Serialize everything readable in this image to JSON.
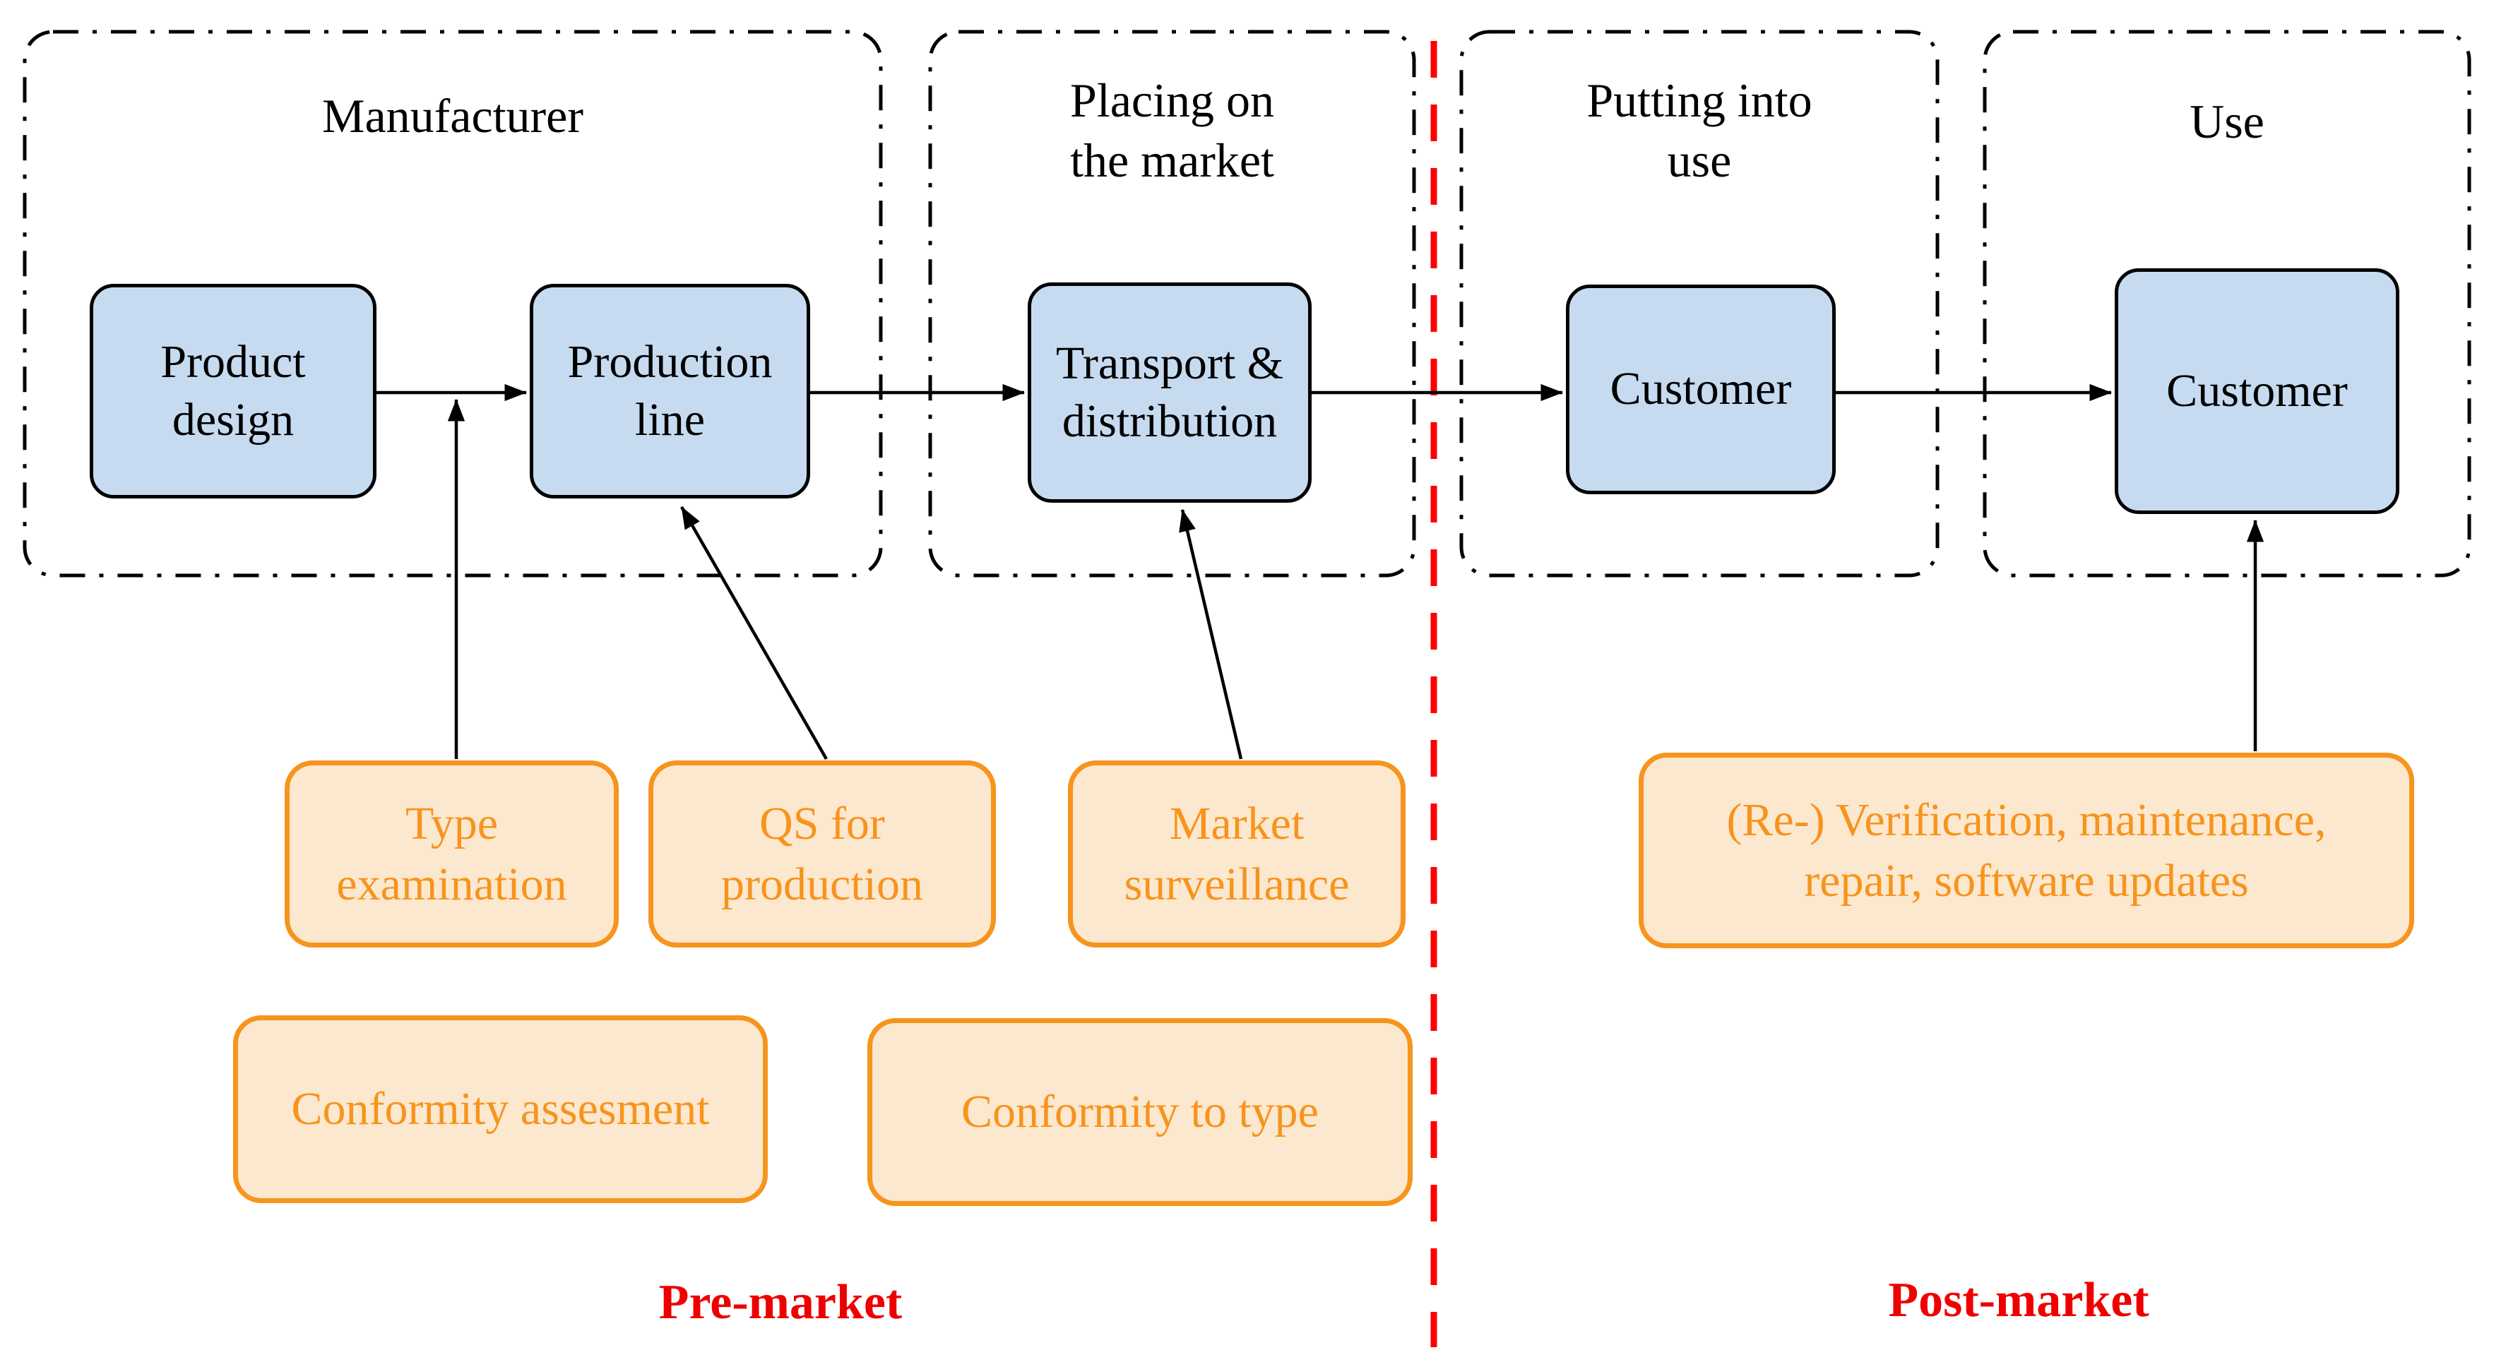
{
  "palette": {
    "process_box_fill": "#C6DBF0",
    "process_box_border": "#000000",
    "activity_box_fill": "#FCE8CF",
    "activity_accent": "#F7941D",
    "divider_red": "#FF0000",
    "phase_label_red": "#EE0000"
  },
  "containers": [
    {
      "title": "Manufacturer"
    },
    {
      "title": "Placing on\nthe market"
    },
    {
      "title": "Putting into\nuse"
    },
    {
      "title": "Use"
    }
  ],
  "process_boxes": [
    {
      "text": "Product\ndesign"
    },
    {
      "text": "Production\nline"
    },
    {
      "text": "Transport &\ndistribution"
    },
    {
      "text": "Customer"
    },
    {
      "text": "Customer"
    }
  ],
  "activity_boxes": [
    {
      "text": "Type\nexamination"
    },
    {
      "text": "QS for\nproduction"
    },
    {
      "text": "Market\nsurveillance"
    },
    {
      "text": "(Re-) Verification, maintenance,\nrepair, software updates"
    },
    {
      "text": "Conformity assesment"
    },
    {
      "text": "Conformity to type"
    }
  ],
  "phase_labels": [
    {
      "text": "Pre-market"
    },
    {
      "text": "Post-market"
    }
  ]
}
